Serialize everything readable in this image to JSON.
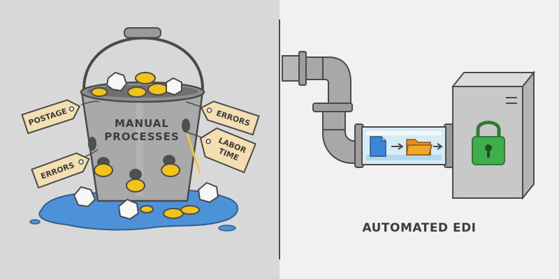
{
  "left_panel": {
    "bucket_label_line1": "MANUAL",
    "bucket_label_line2": "PROCESSES",
    "tags": {
      "postage": "POSTAGE",
      "errors_left": "ERRORS",
      "errors_right": "ERRORS",
      "labor_line1": "LABOR",
      "labor_line2": "TIME"
    }
  },
  "right_panel": {
    "caption": "AUTOMATED EDI"
  },
  "colors": {
    "left_background": "#d9d9d9",
    "right_background": "#f1f1f1",
    "bucket": "#a9a9a9",
    "coin": "#f2c318",
    "tag": "#f3dfb1",
    "water": "#4d92d6",
    "pipe": "#9e9e9e",
    "tube": "#d6ebf5",
    "server": "#c8c8c8",
    "lock": "#3fae4d",
    "folder": "#f4a52c",
    "document": "#3b86d8"
  },
  "icons": [
    "bucket-icon",
    "coin-icon",
    "crumpled-paper-icon",
    "price-tag-icon",
    "water-puddle-icon",
    "pipe-icon",
    "document-icon",
    "arrow-right-icon",
    "folder-icon",
    "server-icon",
    "padlock-icon"
  ]
}
